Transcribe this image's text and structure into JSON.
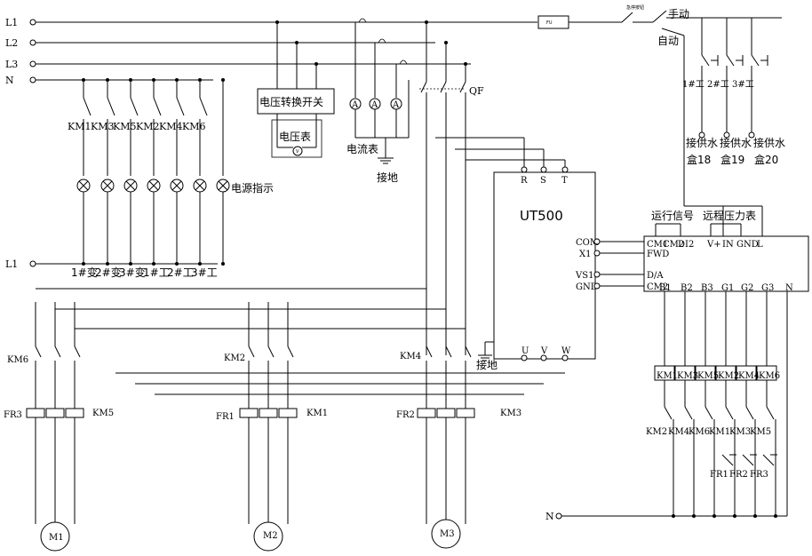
{
  "power_lines": {
    "l1": "L1",
    "l2": "L2",
    "l3": "L3",
    "n": "N",
    "l1_bottom": "L1",
    "n_bottom": "N"
  },
  "lamp_section": {
    "contactors": [
      "KM1",
      "KM3",
      "KM5",
      "KM2",
      "KM4",
      "KM6"
    ],
    "power_indicator": "电源指示",
    "bottom_labels": [
      "1#变",
      "2#变",
      "3#变",
      "1#工",
      "2#工",
      "3#工"
    ]
  },
  "meters": {
    "voltage_switch": "电压转换开关",
    "voltmeter": "电压表",
    "voltmeter_symbol": "V",
    "ammeter": "电流表",
    "ammeter_symbol": "A",
    "ground": "接地",
    "breaker": "QF"
  },
  "top_right": {
    "fuse": "FU",
    "selector_small": "急停按钮",
    "manual": "手动",
    "auto": "自动",
    "float_switches": [
      "1#工",
      "2#工",
      "3#工"
    ],
    "water_supply": [
      "接供水",
      "接供水",
      "接供水"
    ],
    "boxes": [
      "盒18",
      "盒19",
      "盒20"
    ]
  },
  "inverter": {
    "title": "UT500",
    "input_terminals": [
      "R",
      "S",
      "T"
    ],
    "output_terminals": [
      "U",
      "V",
      "W"
    ],
    "left_terminals": [
      "COM",
      "X1",
      "VS1",
      "GND"
    ],
    "ground": "接地"
  },
  "controller": {
    "run_signal": "运行信号",
    "remote_pressure": "远程压力表",
    "top_terminals": [
      "CM1",
      "CM2",
      "DI2",
      "V+",
      "IN",
      "GND",
      "L"
    ],
    "left_terminals": [
      "FWD",
      "D/A",
      "CM2"
    ],
    "bottom_terminals": [
      "B1",
      "B2",
      "B3",
      "G1",
      "G2",
      "G3",
      "N"
    ],
    "coils": [
      "KM1",
      "KM3",
      "KM5",
      "KM2",
      "KM4",
      "KM6"
    ],
    "interlocks": [
      "KM2",
      "KM4",
      "KM6",
      "KM1",
      "KM3",
      "KM5"
    ],
    "overloads": [
      "FR1",
      "FR2",
      "FR3"
    ],
    "neutral": "N"
  },
  "motor_circuits": {
    "contactors_top": [
      "KM6",
      "KM2",
      "KM4"
    ],
    "contactors_mid": [
      "KM5",
      "KM1",
      "KM3"
    ],
    "relays": [
      "FR3",
      "FR1",
      "FR2"
    ],
    "motors": [
      "M1",
      "M2",
      "M3"
    ]
  }
}
